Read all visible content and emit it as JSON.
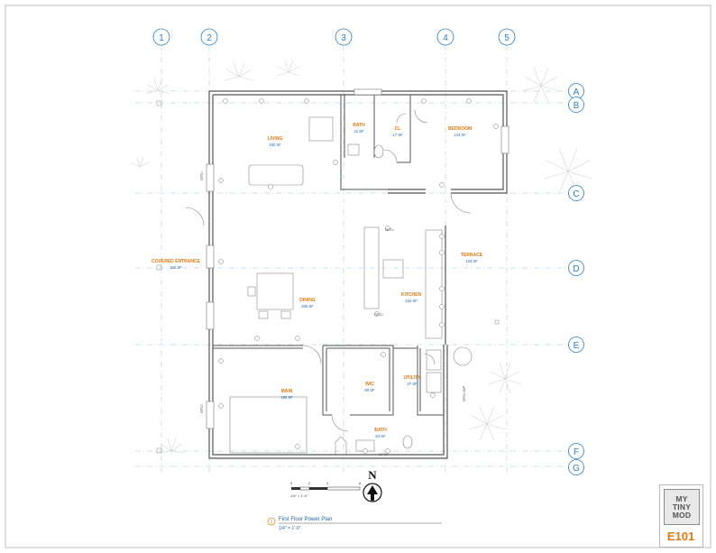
{
  "grid": {
    "columns": [
      "1",
      "2",
      "3",
      "4",
      "5"
    ],
    "rows": [
      "A",
      "B",
      "C",
      "D",
      "E",
      "F",
      "G"
    ]
  },
  "rooms": {
    "living": {
      "name": "LIVING",
      "area": "192 SF"
    },
    "bath1": {
      "name": "BATH",
      "area": "41 SF"
    },
    "closet": {
      "name": "CL",
      "area": "17 SF"
    },
    "bedroom": {
      "name": "BEDROOM",
      "area": "144 SF"
    },
    "covered_entrance": {
      "name": "COVERED ENTRANCE",
      "area": "322 SF"
    },
    "terrace": {
      "name": "TERRACE",
      "area": "103 SF"
    },
    "dining": {
      "name": "DINING",
      "area": "200 SF"
    },
    "kitchen": {
      "name": "KITCHEN",
      "area": "152 SF"
    },
    "main": {
      "name": "MAIN",
      "area": "185 SF"
    },
    "wic": {
      "name": "WIC",
      "area": "60 SF"
    },
    "utility": {
      "name": "UTILITY",
      "area": "37 SF"
    },
    "bath2": {
      "name": "BATH",
      "area": "64 SF"
    }
  },
  "outlet_labels": {
    "gfci": "GFCI",
    "gfci_wp": "GFCI WP"
  },
  "scale_bar": {
    "label": "1/4\" = 1'-0\"",
    "ticks": [
      "0",
      "2",
      "4",
      "8"
    ]
  },
  "north_arrow": {
    "label": "N"
  },
  "drawing_title": {
    "number": "1",
    "title": "First Floor Power Plan",
    "scale": "1/4\" = 1'-0\""
  },
  "title_block": {
    "logo_lines": [
      "MY",
      "TINY",
      "MOD"
    ],
    "sheet_number": "E101"
  },
  "colors": {
    "grid": "#2a7fc0",
    "room_name": "#e07a10",
    "room_area": "#1d63a8",
    "wall": "#555555"
  }
}
